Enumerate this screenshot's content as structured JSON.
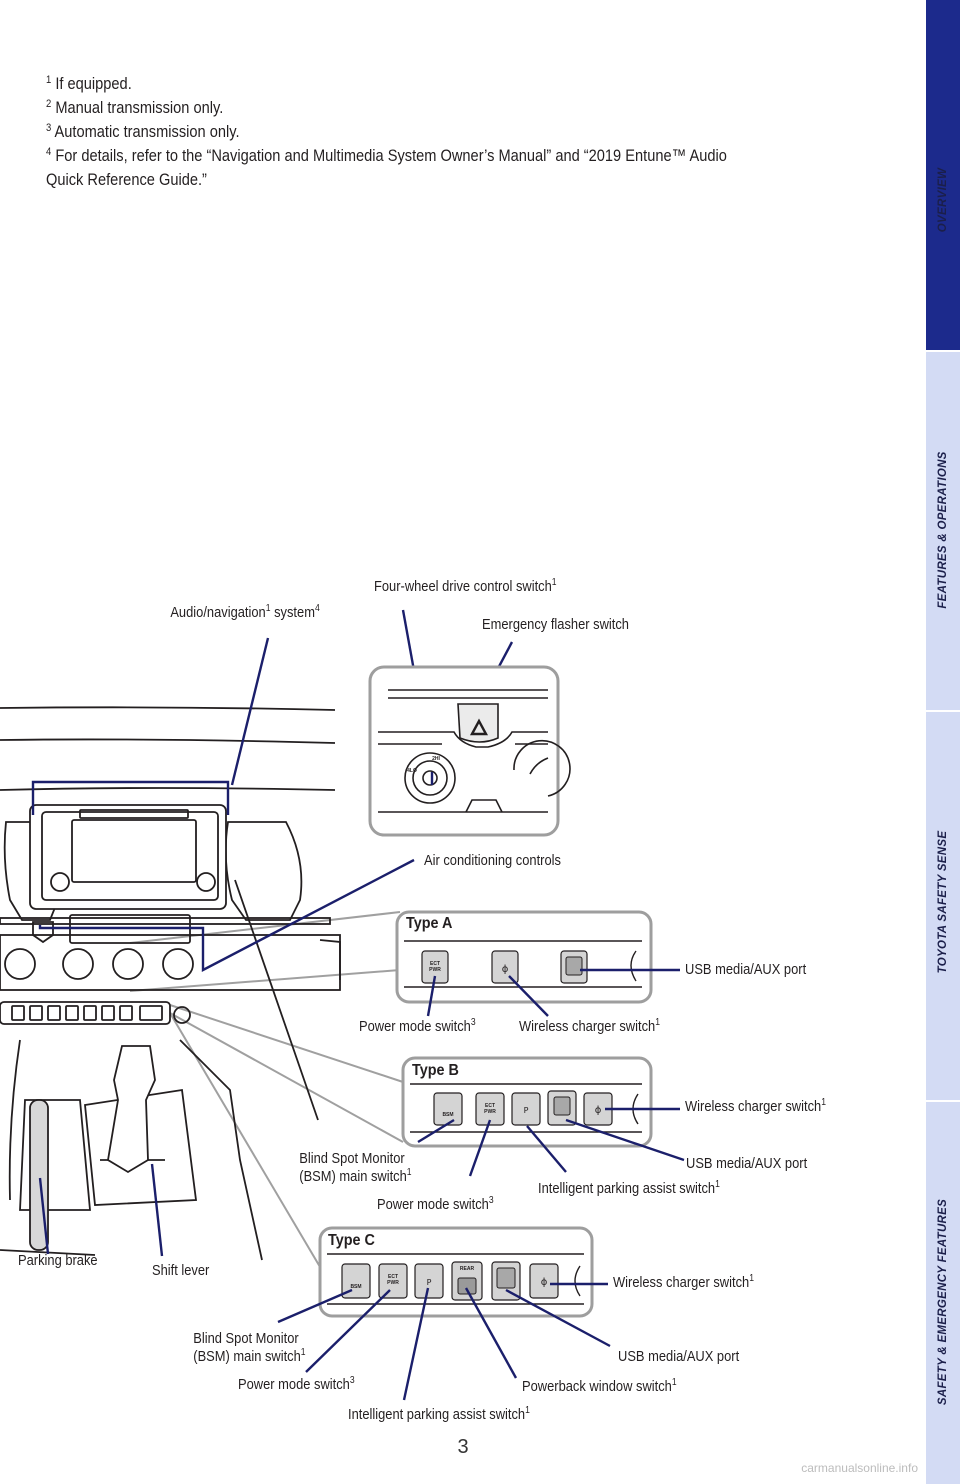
{
  "footnotes": [
    {
      "mark": "1",
      "text": "If equipped."
    },
    {
      "mark": "2",
      "text": "Manual transmission only."
    },
    {
      "mark": "3",
      "text": "Automatic transmission only."
    },
    {
      "mark": "4",
      "text": "For details, refer to the “Navigation and Multimedia System Owner’s Manual” and “2019 Entune™ Audio",
      "text2": "Quick Reference Guide.”"
    }
  ],
  "sidebar": {
    "tabs": [
      "OVERVIEW",
      "FEATURES & OPERATIONS",
      "TOYOTA SAFETY SENSE",
      "SAFETY & EMERGENCY FEATURES"
    ],
    "active_color": "#1c2a8c",
    "inactive_color": "#d3dbf4"
  },
  "callouts": {
    "audio_nav": {
      "a": "Audio/navigation",
      "s1": "1",
      "b": " system",
      "s2": "4"
    },
    "four_wheel": {
      "a": "Four-wheel drive control switch",
      "s1": "1"
    },
    "emergency": "Emergency flasher switch",
    "air_cond": "Air conditioning controls",
    "parking_brake": "Parking brake",
    "shift_lever": "Shift lever"
  },
  "type_a": {
    "title": "Type A",
    "usb": "USB media/AUX port",
    "power": {
      "a": "Power mode switch",
      "s": "3"
    },
    "wireless": {
      "a": "Wireless charger switch",
      "s": "1"
    }
  },
  "type_b": {
    "title": "Type B",
    "wireless": {
      "a": "Wireless charger switch",
      "s": "1"
    },
    "bsm_l1": "Blind Spot Monitor",
    "bsm_l2": {
      "a": "(BSM) main switch",
      "s": "1"
    },
    "usb": "USB media/AUX port",
    "power": {
      "a": "Power mode switch",
      "s": "3"
    },
    "parking": {
      "a": "Intelligent parking assist switch",
      "s": "1"
    }
  },
  "type_c": {
    "title": "Type C",
    "wireless": {
      "a": "Wireless charger switch",
      "s": "1"
    },
    "bsm_l1": "Blind Spot Monitor",
    "bsm_l2": {
      "a": "(BSM) main switch",
      "s": "1"
    },
    "usb": "USB media/AUX port",
    "power": {
      "a": "Power mode switch",
      "s": "3"
    },
    "powerback": {
      "a": "Powerback window switch",
      "s": "1"
    },
    "parking": {
      "a": "Intelligent parking assist switch",
      "s": "1"
    }
  },
  "button_text": {
    "ect_pwr_1": "ECT",
    "ect_pwr_2": "PWR",
    "bsm": "BSM",
    "rear": "REAR",
    "fourlo": "4LO",
    "twohi": "2HI"
  },
  "page_number": "3",
  "watermark": "carmanualsonline.info"
}
